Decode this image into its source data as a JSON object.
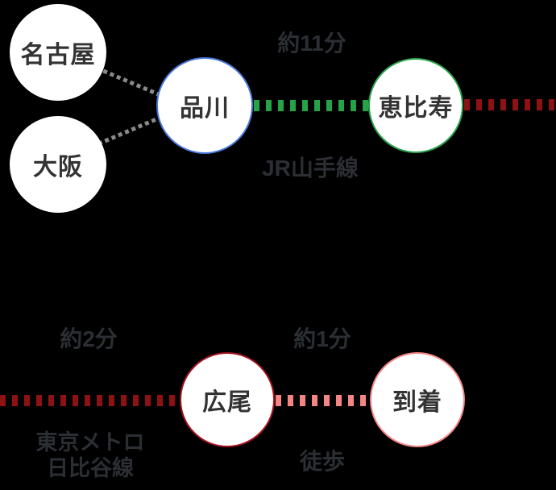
{
  "background": "#000000",
  "colors": {
    "connector": "#8a8a8a",
    "station_text": "#333333",
    "label_text": "#2b2e33"
  },
  "stations": {
    "nagoya": {
      "label": "名古屋",
      "ring_color": "#ffffff"
    },
    "osaka": {
      "label": "大阪",
      "ring_color": "#ffffff"
    },
    "shinagawa": {
      "label": "品川",
      "ring_color": "#4a77dd"
    },
    "ebisu": {
      "label": "恵比寿",
      "ring_color": "#2aa34c"
    },
    "hiroo": {
      "label": "広尾",
      "ring_color": "#a5131f"
    },
    "arrival": {
      "label": "到着",
      "ring_color": "#f58585"
    }
  },
  "segments": {
    "yamanote": {
      "duration": "約11分",
      "line": "JR山手線",
      "color": "#27a347"
    },
    "hibiya": {
      "duration": "約2分",
      "line_row1": "東京メトロ",
      "line_row2": "日比谷線",
      "color": "#8e1114"
    },
    "walk": {
      "duration": "約1分",
      "line": "徒歩",
      "color": "#f48585"
    }
  }
}
